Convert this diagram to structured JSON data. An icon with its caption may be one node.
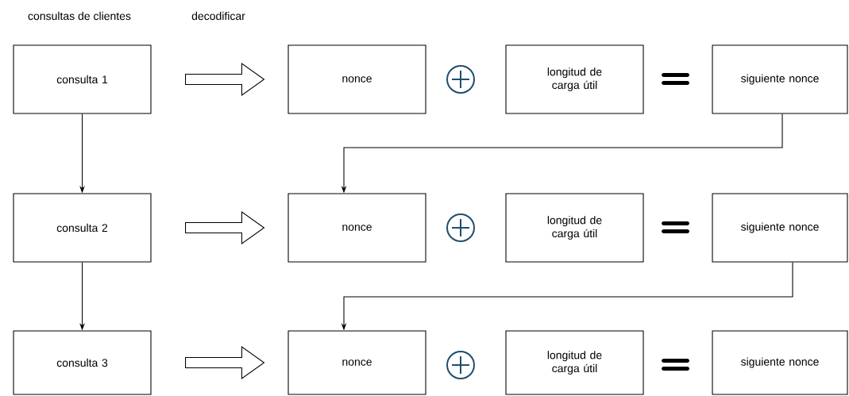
{
  "diagram": {
    "nodes": [
      {
        "text": [
          "consulta 1"
        ]
      },
      {
        "text": [
          "nonce"
        ]
      },
      {
        "text": [
          "longitud de carga útil"
        ]
      },
      {
        "text": [
          "siguiente nonce"
        ]
      },
      {
        "text": [
          "consulta 2"
        ]
      },
      {
        "text": [
          "nonce"
        ]
      },
      {
        "text": [
          "longitud de carga útil"
        ]
      },
      {
        "text": [
          "siguiente nonce"
        ]
      },
      {
        "text": [
          "consulta 3"
        ]
      },
      {
        "text": [
          "nonce"
        ]
      },
      {
        "text": [
          "longitud de carga útil"
        ]
      },
      {
        "text": [
          "siguiente nonce"
        ]
      }
    ],
    "edges": [
      {
        "from": 0,
        "to": 1,
        "arrow": "to",
        "style": "thick"
      },
      {
        "from": 0,
        "to": 4,
        "arrow": "to"
      },
      {
        "from": 3,
        "to": 5,
        "arrow": "to"
      },
      {
        "from": 4,
        "to": 5,
        "arrow": "to",
        "style": "thick"
      },
      {
        "from": 4,
        "to": 8,
        "arrow": "to"
      },
      {
        "from": 7,
        "to": 9,
        "arrow": "to"
      },
      {
        "from": 8,
        "to": 9,
        "arrow": "to",
        "style": "thick"
      }
    ],
    "labels": [
      "consultas de clientes",
      "decodificar"
    ]
  }
}
